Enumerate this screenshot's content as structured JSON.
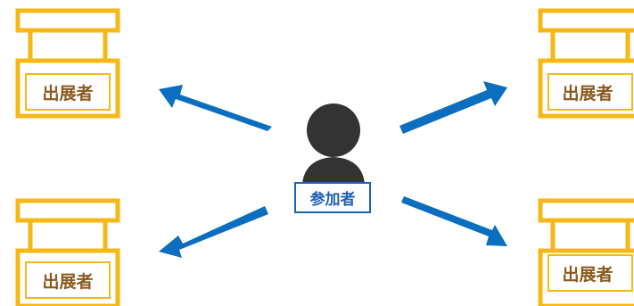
{
  "diagram": {
    "center": {
      "label": "参加者"
    },
    "booths": [
      {
        "label": "出展者"
      },
      {
        "label": "出展者"
      },
      {
        "label": "出展者"
      },
      {
        "label": "出展者"
      }
    ]
  },
  "colors": {
    "booth_stroke": "#f6b817",
    "booth_text": "#8a5a1e",
    "arrow": "#0b6ebf",
    "person": "#333333",
    "person_label_border": "#1d63b3",
    "person_label_text": "#1d63b3"
  },
  "icons": {
    "booth": "booth-icon",
    "person": "person-icon",
    "arrow": "arrow-icon"
  }
}
